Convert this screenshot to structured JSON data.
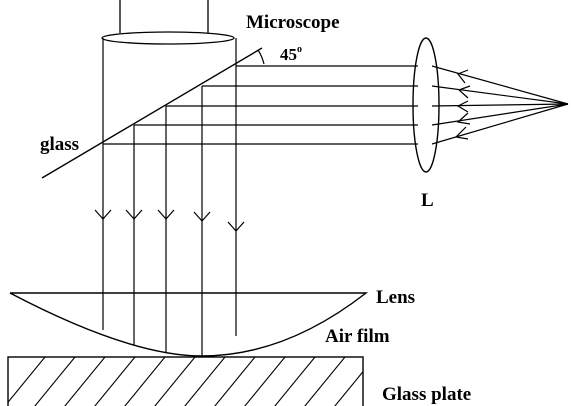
{
  "labels": {
    "microscope": "Microscope",
    "angle": "45",
    "angle_unit": "o",
    "glass": "glass",
    "lens_l": "L",
    "lens": "Lens",
    "air_film": "Air film",
    "glass_plate": "Glass plate"
  },
  "colors": {
    "ink": "#000000",
    "background": "#ffffff"
  }
}
